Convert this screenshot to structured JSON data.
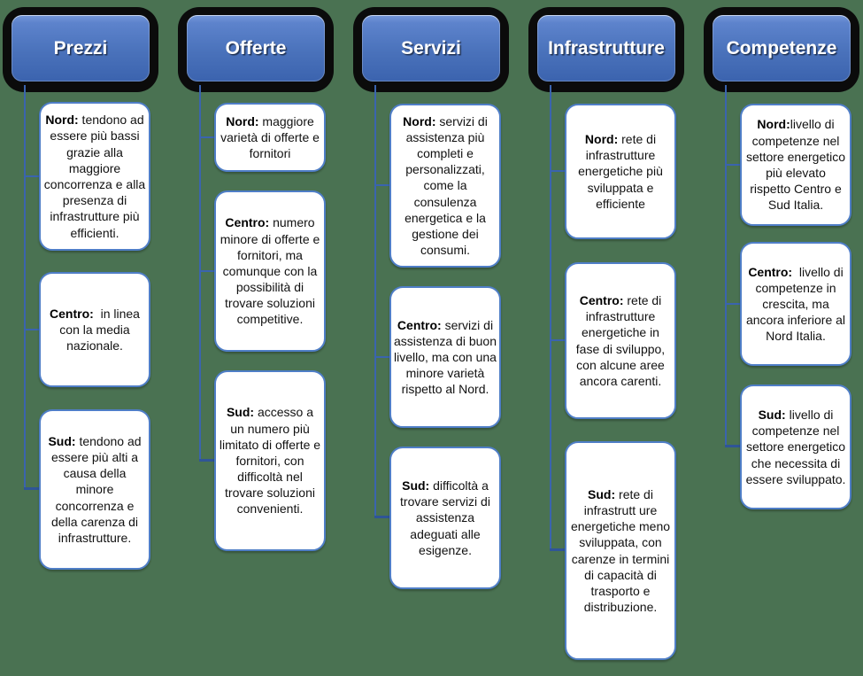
{
  "palette": {
    "background": "#4a7252",
    "header_gradient_top": "#7597da",
    "header_gradient_bottom": "#3b63ae",
    "header_outline": "#0b0b0b",
    "header_text": "#ffffff",
    "box_border": "#4f7ec7",
    "box_background": "#ffffff",
    "connector": "#3a64ae",
    "body_text": "#111111"
  },
  "columns": [
    {
      "title": "Prezzi",
      "items": [
        {
          "label": "Nord:",
          "text": " tendono ad essere più bassi grazie alla maggiore concorrenza e alla presenza di infrastrutture più efficienti."
        },
        {
          "label": "Centro:",
          "text": "  in linea con la media nazionale."
        },
        {
          "label": "Sud:",
          "text": " tendono ad essere più alti a causa della minore concorrenza e della carenza di infrastrutture."
        }
      ]
    },
    {
      "title": "Offerte",
      "items": [
        {
          "label": "Nord:",
          "text": " maggiore varietà di offerte e fornitori"
        },
        {
          "label": "Centro:",
          "text": " numero minore di offerte e fornitori, ma comunque con la possibilità di trovare soluzioni competitive."
        },
        {
          "label": "Sud:",
          "text": " accesso a un numero più limitato di offerte e fornitori, con difficoltà nel trovare soluzioni convenienti."
        }
      ]
    },
    {
      "title": "Servizi",
      "items": [
        {
          "label": "Nord:",
          "text": " servizi di assistenza più completi e personalizzati, come la consulenza energetica e la gestione dei consumi."
        },
        {
          "label": "Centro:",
          "text": " servizi di assistenza di buon livello, ma con una minore varietà rispetto al Nord."
        },
        {
          "label": "Sud:",
          "text": " difficoltà a trovare servizi di assistenza adeguati alle esigenze."
        }
      ]
    },
    {
      "title": "Infrastrutture",
      "items": [
        {
          "label": "Nord:",
          "text": " rete di infrastrutture energetiche più sviluppata e efficiente"
        },
        {
          "label": "Centro:",
          "text": " rete di infrastrutture energetiche in fase di sviluppo, con alcune aree ancora carenti."
        },
        {
          "label": "Sud:",
          "text": " rete di infrastrutt ure energetiche meno sviluppata, con carenze in termini di capacità di trasporto e distribuzione."
        }
      ]
    },
    {
      "title": "Competenze",
      "items": [
        {
          "label": "Nord:",
          "text": "livello di competenze nel settore energetico più elevato rispetto Centro e Sud Italia."
        },
        {
          "label": "Centro:",
          "text": "  livello di competenze in crescita, ma ancora inferiore al Nord Italia."
        },
        {
          "label": "Sud:",
          "text": " livello di competenze nel settore energetico che necessita di essere sviluppato."
        }
      ]
    }
  ]
}
